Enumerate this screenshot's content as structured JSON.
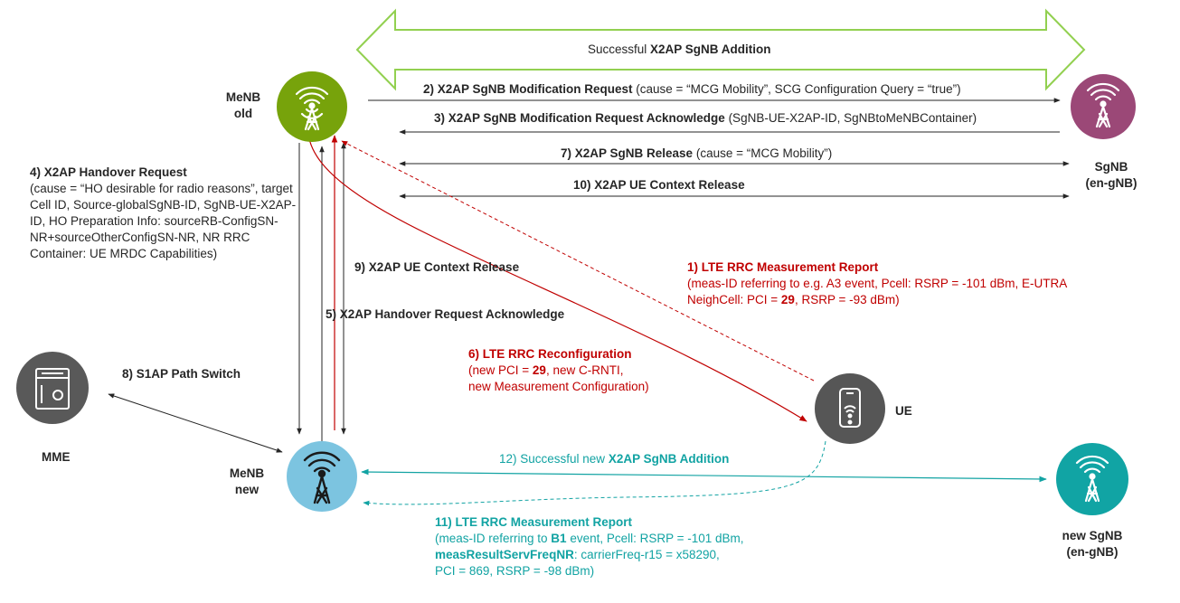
{
  "colors": {
    "menb_old": "#77a30b",
    "sgnb": "#9b4877",
    "ue": "#565656",
    "mme": "#595959",
    "menb_new": "#7cc4e0",
    "new_sgnb": "#11a4a4",
    "red": "#c00000",
    "teal": "#12a3a3",
    "green_arrow": "#92d050"
  },
  "nodes": {
    "menb_old": {
      "label1": "MeNB",
      "label2": "old",
      "icon": "tower-icon"
    },
    "sgnb": {
      "label1": "SgNB",
      "label2": "(en-gNB)",
      "icon": "tower-icon"
    },
    "ue": {
      "label": "UE",
      "icon": "phone-icon"
    },
    "mme": {
      "label": "MME",
      "icon": "server-icon"
    },
    "menb_new": {
      "label1": "MeNB",
      "label2": "new",
      "icon": "tower-icon"
    },
    "new_sgnb": {
      "label1": "new SgNB",
      "label2": "(en-gNB)",
      "icon": "tower-icon"
    }
  },
  "banner": {
    "prefix": "Successful ",
    "bold": "X2AP SgNB Addition"
  },
  "messages": {
    "m1": {
      "title": "1) LTE RRC Measurement Report",
      "line1": "(meas-ID referring to e.g. A3 event, Pcell: RSRP = -101 dBm, E-UTRA",
      "line2_pre": "NeighCell: PCI = ",
      "line2_bold": "29",
      "line2_post": ", RSRP = -93 dBm)"
    },
    "m2": {
      "bold": "2) X2AP SgNB Modification Request",
      "rest": " (cause = “MCG Mobility”, SCG Configuration Query = “true”)"
    },
    "m3": {
      "bold": "3) X2AP SgNB Modification Request Acknowledge",
      "rest": " (SgNB-UE-X2AP-ID, SgNBtoMeNBContainer)"
    },
    "m4": {
      "title": "4) X2AP Handover Request",
      "body": "(cause = “HO desirable for radio reasons”, target Cell ID, Source-globalSgNB-ID, SgNB-UE-X2AP-ID, HO Preparation Info: sourceRB-ConfigSN-NR+sourceOtherConfigSN-NR, NR RRC Container: UE MRDC Capabilities)"
    },
    "m5": {
      "bold": "5) X2AP Handover Request Acknowledge"
    },
    "m6": {
      "title": "6) LTE RRC Reconfiguration",
      "line1_pre": "(new PCI = ",
      "line1_bold": "29",
      "line1_post": ", new C-RNTI,",
      "line2": "new Measurement Configuration)"
    },
    "m7": {
      "bold": "7) X2AP SgNB Release",
      "rest": " (cause = “MCG Mobility”)"
    },
    "m8": {
      "bold": "8) S1AP Path Switch"
    },
    "m9": {
      "bold": "9) X2AP UE Context Release"
    },
    "m10": {
      "bold": "10) X2AP UE Context Release"
    },
    "m11": {
      "title": "11) LTE RRC Measurement Report",
      "line1_pre": "(meas-ID referring to ",
      "line1_bold": "B1",
      "line1_post": " event, Pcell: RSRP = -101 dBm,",
      "line2_bold": "measResultServFreqNR",
      "line2_post": ": carrierFreq-r15 = x58290,",
      "line3": "PCI = 869, RSRP = -98 dBm)"
    },
    "m12": {
      "prefix": "12) Successful new ",
      "bold": "X2AP SgNB Addition"
    }
  }
}
